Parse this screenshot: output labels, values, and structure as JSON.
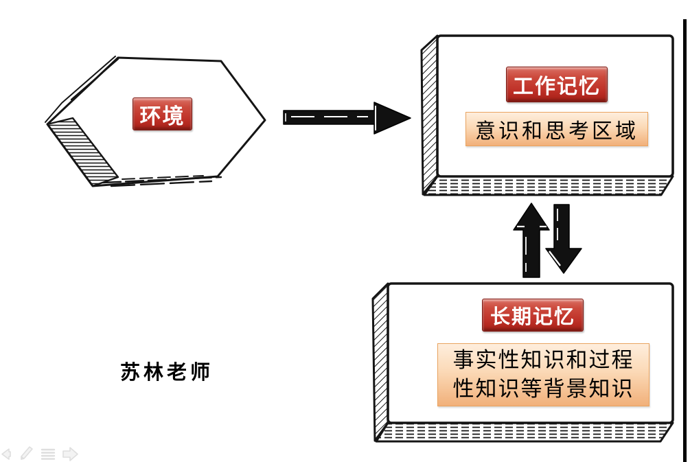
{
  "page": {
    "background": "#ffffff"
  },
  "diagram": {
    "environment": {
      "label": "环境"
    },
    "working_memory": {
      "title": "工作记忆",
      "area_label": "意识和思考区域"
    },
    "long_term_memory": {
      "title": "长期记忆",
      "area_label_line1": "事实性知识和过程",
      "area_label_line2": "性知识等背景知识"
    },
    "caption": "苏林老师",
    "colors": {
      "node_red": "#c23b2e",
      "panel_peach_top": "#feeedd",
      "panel_peach_bottom": "#f1b07a",
      "ink": "#111111"
    },
    "connections": [
      {
        "from": "environment",
        "to": "working_memory",
        "direction": "right"
      },
      {
        "from": "long_term_memory",
        "to": "working_memory",
        "direction": "up"
      },
      {
        "from": "working_memory",
        "to": "long_term_memory",
        "direction": "down"
      }
    ]
  },
  "slideshow_toolbar": {
    "icons": [
      "prev-slide-icon",
      "pen-icon",
      "menu-icon",
      "next-slide-icon"
    ]
  }
}
